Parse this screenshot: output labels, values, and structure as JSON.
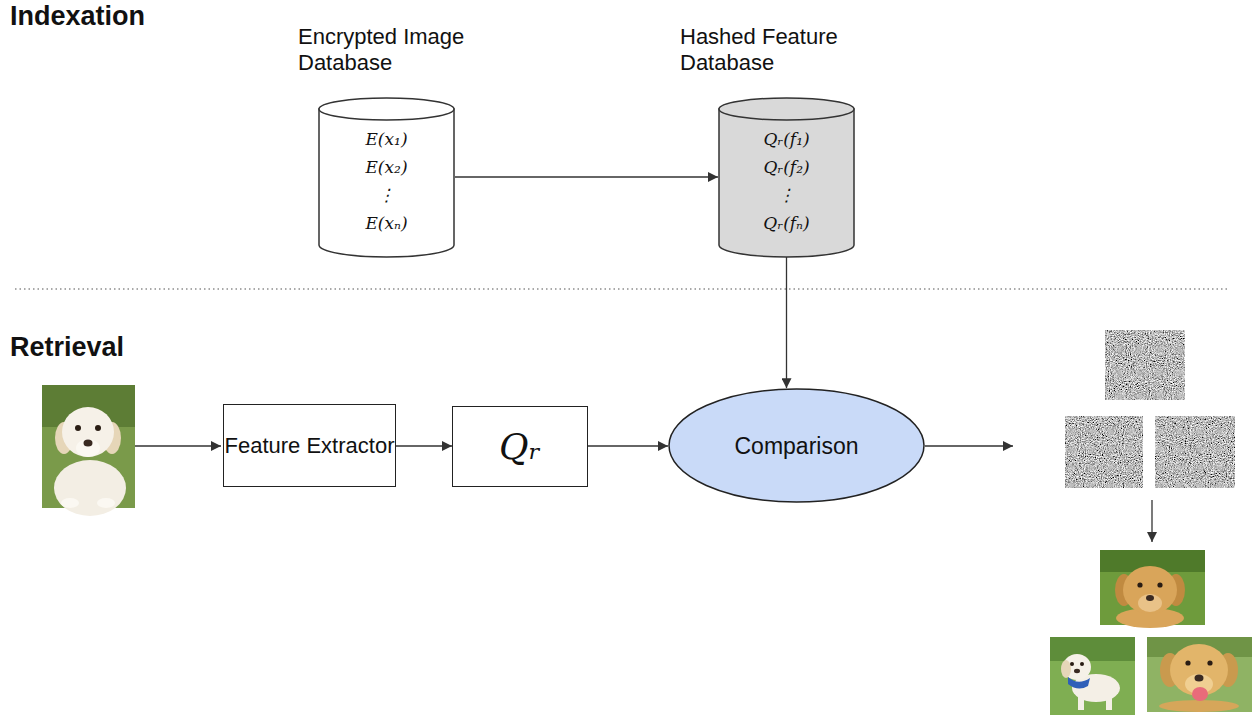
{
  "diagram": {
    "nodes": [
      {
        "text": [
          "Encrypted Image Database",
          "E(x₁)",
          "E(x₂)",
          "⋮",
          "E(xₙ)"
        ]
      },
      {
        "text": [
          "Hashed Feature Database",
          "Qᵣ(f₁)",
          "Qᵣ(f₂)",
          "⋮",
          "Qᵣ(fₙ)"
        ]
      },
      {
        "text": [
          "Feature Extractor"
        ]
      },
      {
        "text": [
          "Qᵣ"
        ]
      },
      {
        "text": [
          "Comparison"
        ]
      }
    ],
    "edges": [
      {
        "from": 0,
        "to": 1,
        "arrow": "to"
      },
      {
        "from": 1,
        "to": 4,
        "arrow": "to"
      },
      {
        "from": 2,
        "to": 3,
        "arrow": "to"
      },
      {
        "from": 3,
        "to": 4,
        "arrow": "to"
      }
    ],
    "labels": [
      "Indexation",
      "Retrieval"
    ]
  }
}
